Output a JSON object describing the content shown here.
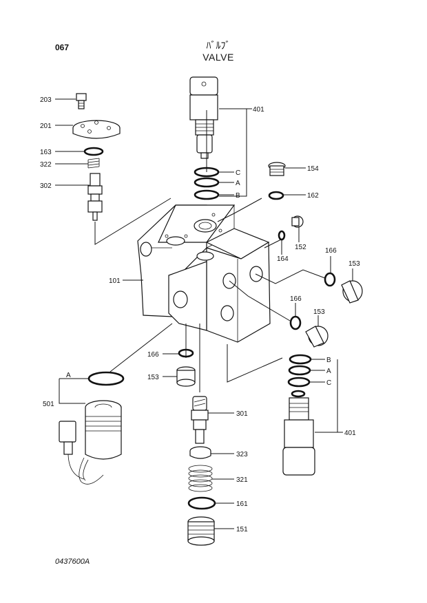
{
  "header": {
    "page_number": "067",
    "title_jp": "ﾊﾞﾙﾌﾞ",
    "title_en": "VALVE"
  },
  "footer": {
    "drawing_number": "0437600A"
  },
  "callouts": {
    "p203": "203",
    "p201": "201",
    "p163": "163",
    "p322": "322",
    "p302": "302",
    "p401_top": "401",
    "ring_c_top": "C",
    "ring_a_top": "A",
    "ring_b_top": "B",
    "p154": "154",
    "p162": "162",
    "p152": "152",
    "p164": "164",
    "p166_right": "166",
    "p153_right": "153",
    "p101": "101",
    "p166_mid": "166",
    "p153_mid": "153",
    "p166_left": "166",
    "p153_left": "153",
    "ring_b_bottom": "B",
    "ring_a_bottom": "A",
    "ring_c_bottom": "C",
    "ring_a_left": "A",
    "p501": "501",
    "p301": "301",
    "p401_bottom": "401",
    "p323": "323",
    "p321": "321",
    "p161": "161",
    "p151": "151"
  }
}
